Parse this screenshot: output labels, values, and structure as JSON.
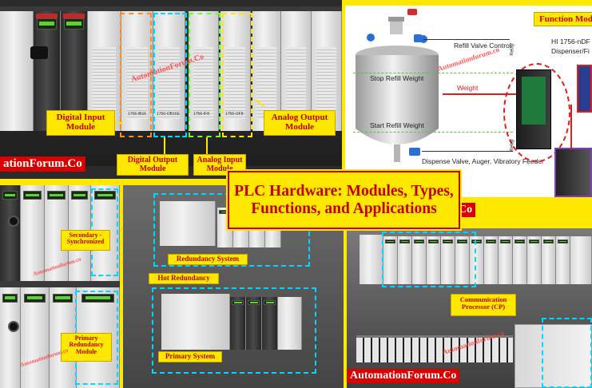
{
  "title": "PLC Hardware: Modules, Types, Functions, and Applications",
  "top_left": {
    "labels": {
      "digital_input": "Digital Input Module",
      "digital_output": "Digital Output Module",
      "analog_input": "Analog Input Module",
      "analog_output": "Analog Output Module"
    },
    "brand": "ationForum.Co",
    "watermark": "AutomationForum.Co",
    "module_tags": [
      "1756-IB16",
      "1756-OB16E",
      "1756-IF8",
      "1756-OF8"
    ]
  },
  "diagram": {
    "header": "Function Mod",
    "refill_valve": "Refill Valve Control",
    "device": "HI 1756-nDF",
    "device_sub": "Dispenser/Fi",
    "stop_weight": "Stop Refill Weight",
    "weight": "Weight",
    "start_weight": "Start Refill Weight",
    "dispense": "Dispense Valve, Auger, Vibratory Feeder",
    "watermark": "Automationforum.co",
    "relay_a": "Relay",
    "relay_b": "Relay",
    "brand_fragment": "Co",
    "colors": {
      "header": "#d10000",
      "weight_arrow": "#e21b1b",
      "dash": "#57c43b"
    }
  },
  "left_middle": {
    "secondary": "Secondary - Synchronized",
    "primary": "Primary Redundancy Module",
    "watermark_a": "Automationforum.co",
    "watermark_b": "Automationforum.co"
  },
  "center_middle": {
    "redundancy_system": "Redundancy System",
    "hot_redundancy": "Hot Redundancy",
    "primary_system": "Primary System"
  },
  "right_bottom": {
    "comm": "Communication Processor (CP)",
    "brand": "AutomationForum.Co",
    "watermark": "Automationforum.co"
  }
}
